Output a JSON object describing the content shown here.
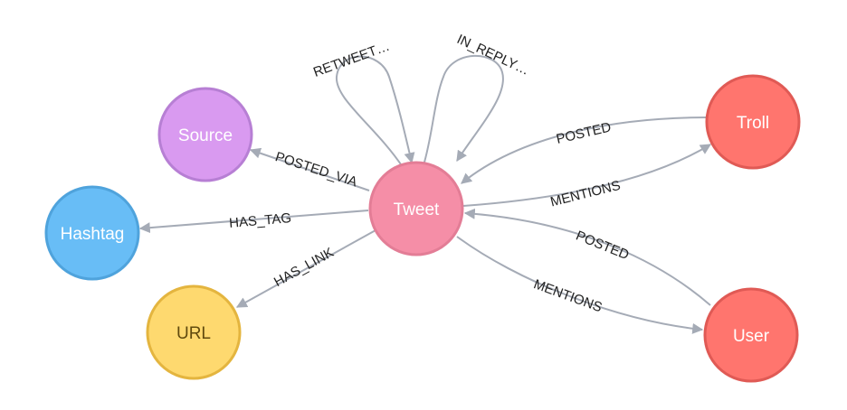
{
  "graph": {
    "nodes": {
      "tweet": {
        "label": "Tweet",
        "fill": "#f58ea7",
        "stroke": "#e37d96"
      },
      "source": {
        "label": "Source",
        "fill": "#d99af0",
        "stroke": "#b77fd4"
      },
      "hashtag": {
        "label": "Hashtag",
        "fill": "#68bdf6",
        "stroke": "#4fa3dc"
      },
      "url": {
        "label": "URL",
        "fill": "#fed96f",
        "stroke": "#e4b53f"
      },
      "troll": {
        "label": "Troll",
        "fill": "#ff756e",
        "stroke": "#e05a55"
      },
      "user": {
        "label": "User",
        "fill": "#ff756e",
        "stroke": "#e05a55"
      }
    },
    "edges": {
      "retweeted": {
        "label": "RETWEET…"
      },
      "in_reply_to": {
        "label": "IN_REPLY…"
      },
      "posted_via": {
        "label": "POSTED_VIA"
      },
      "has_tag": {
        "label": "HAS_TAG"
      },
      "has_link": {
        "label": "HAS_LINK"
      },
      "troll_posted": {
        "label": "POSTED"
      },
      "troll_mentions": {
        "label": "MENTIONS"
      },
      "user_posted": {
        "label": "POSTED"
      },
      "user_mentions": {
        "label": "MENTIONS"
      }
    }
  }
}
